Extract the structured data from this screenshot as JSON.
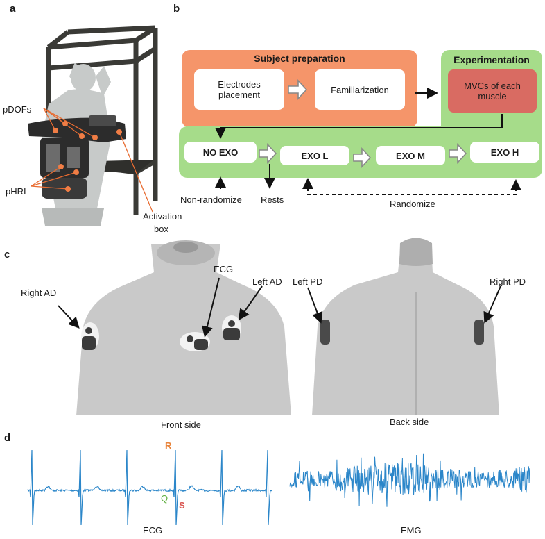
{
  "panels": {
    "a": "a",
    "b": "b",
    "c": "c",
    "d": "d"
  },
  "panel_a": {
    "pdofs": "pDOFs",
    "phri": "pHRI",
    "activation_line1": "Activation",
    "activation_line2": "box"
  },
  "panel_b": {
    "subject_prep_title": "Subject preparation",
    "electrodes_line1": "Electrodes",
    "electrodes_line2": "placement",
    "familiarization": "Familiarization",
    "experimentation_title": "Experimentation",
    "mvcs_line1": "MVCs of each",
    "mvcs_line2": "muscle",
    "conditions": [
      "NO EXO",
      "EXO L",
      "EXO M",
      "EXO H"
    ],
    "non_randomize": "Non-randomize",
    "rests": "Rests",
    "randomize": "Randomize"
  },
  "panel_c": {
    "right_ad": "Right AD",
    "ecg": "ECG",
    "left_ad": "Left AD",
    "left_pd": "Left PD",
    "right_pd": "Right PD",
    "front_side": "Front side",
    "back_side": "Back side"
  },
  "panel_d": {
    "r": "R",
    "q": "Q",
    "s": "S",
    "ecg": "ECG",
    "emg": "EMG"
  },
  "colors": {
    "orange": "#f5956a",
    "green": "#a6dc8a",
    "red": "#d96b62",
    "signal": "#2b86c9",
    "r_label": "#e8833a",
    "q_label": "#5cae3c",
    "s_label": "#d9534f"
  }
}
